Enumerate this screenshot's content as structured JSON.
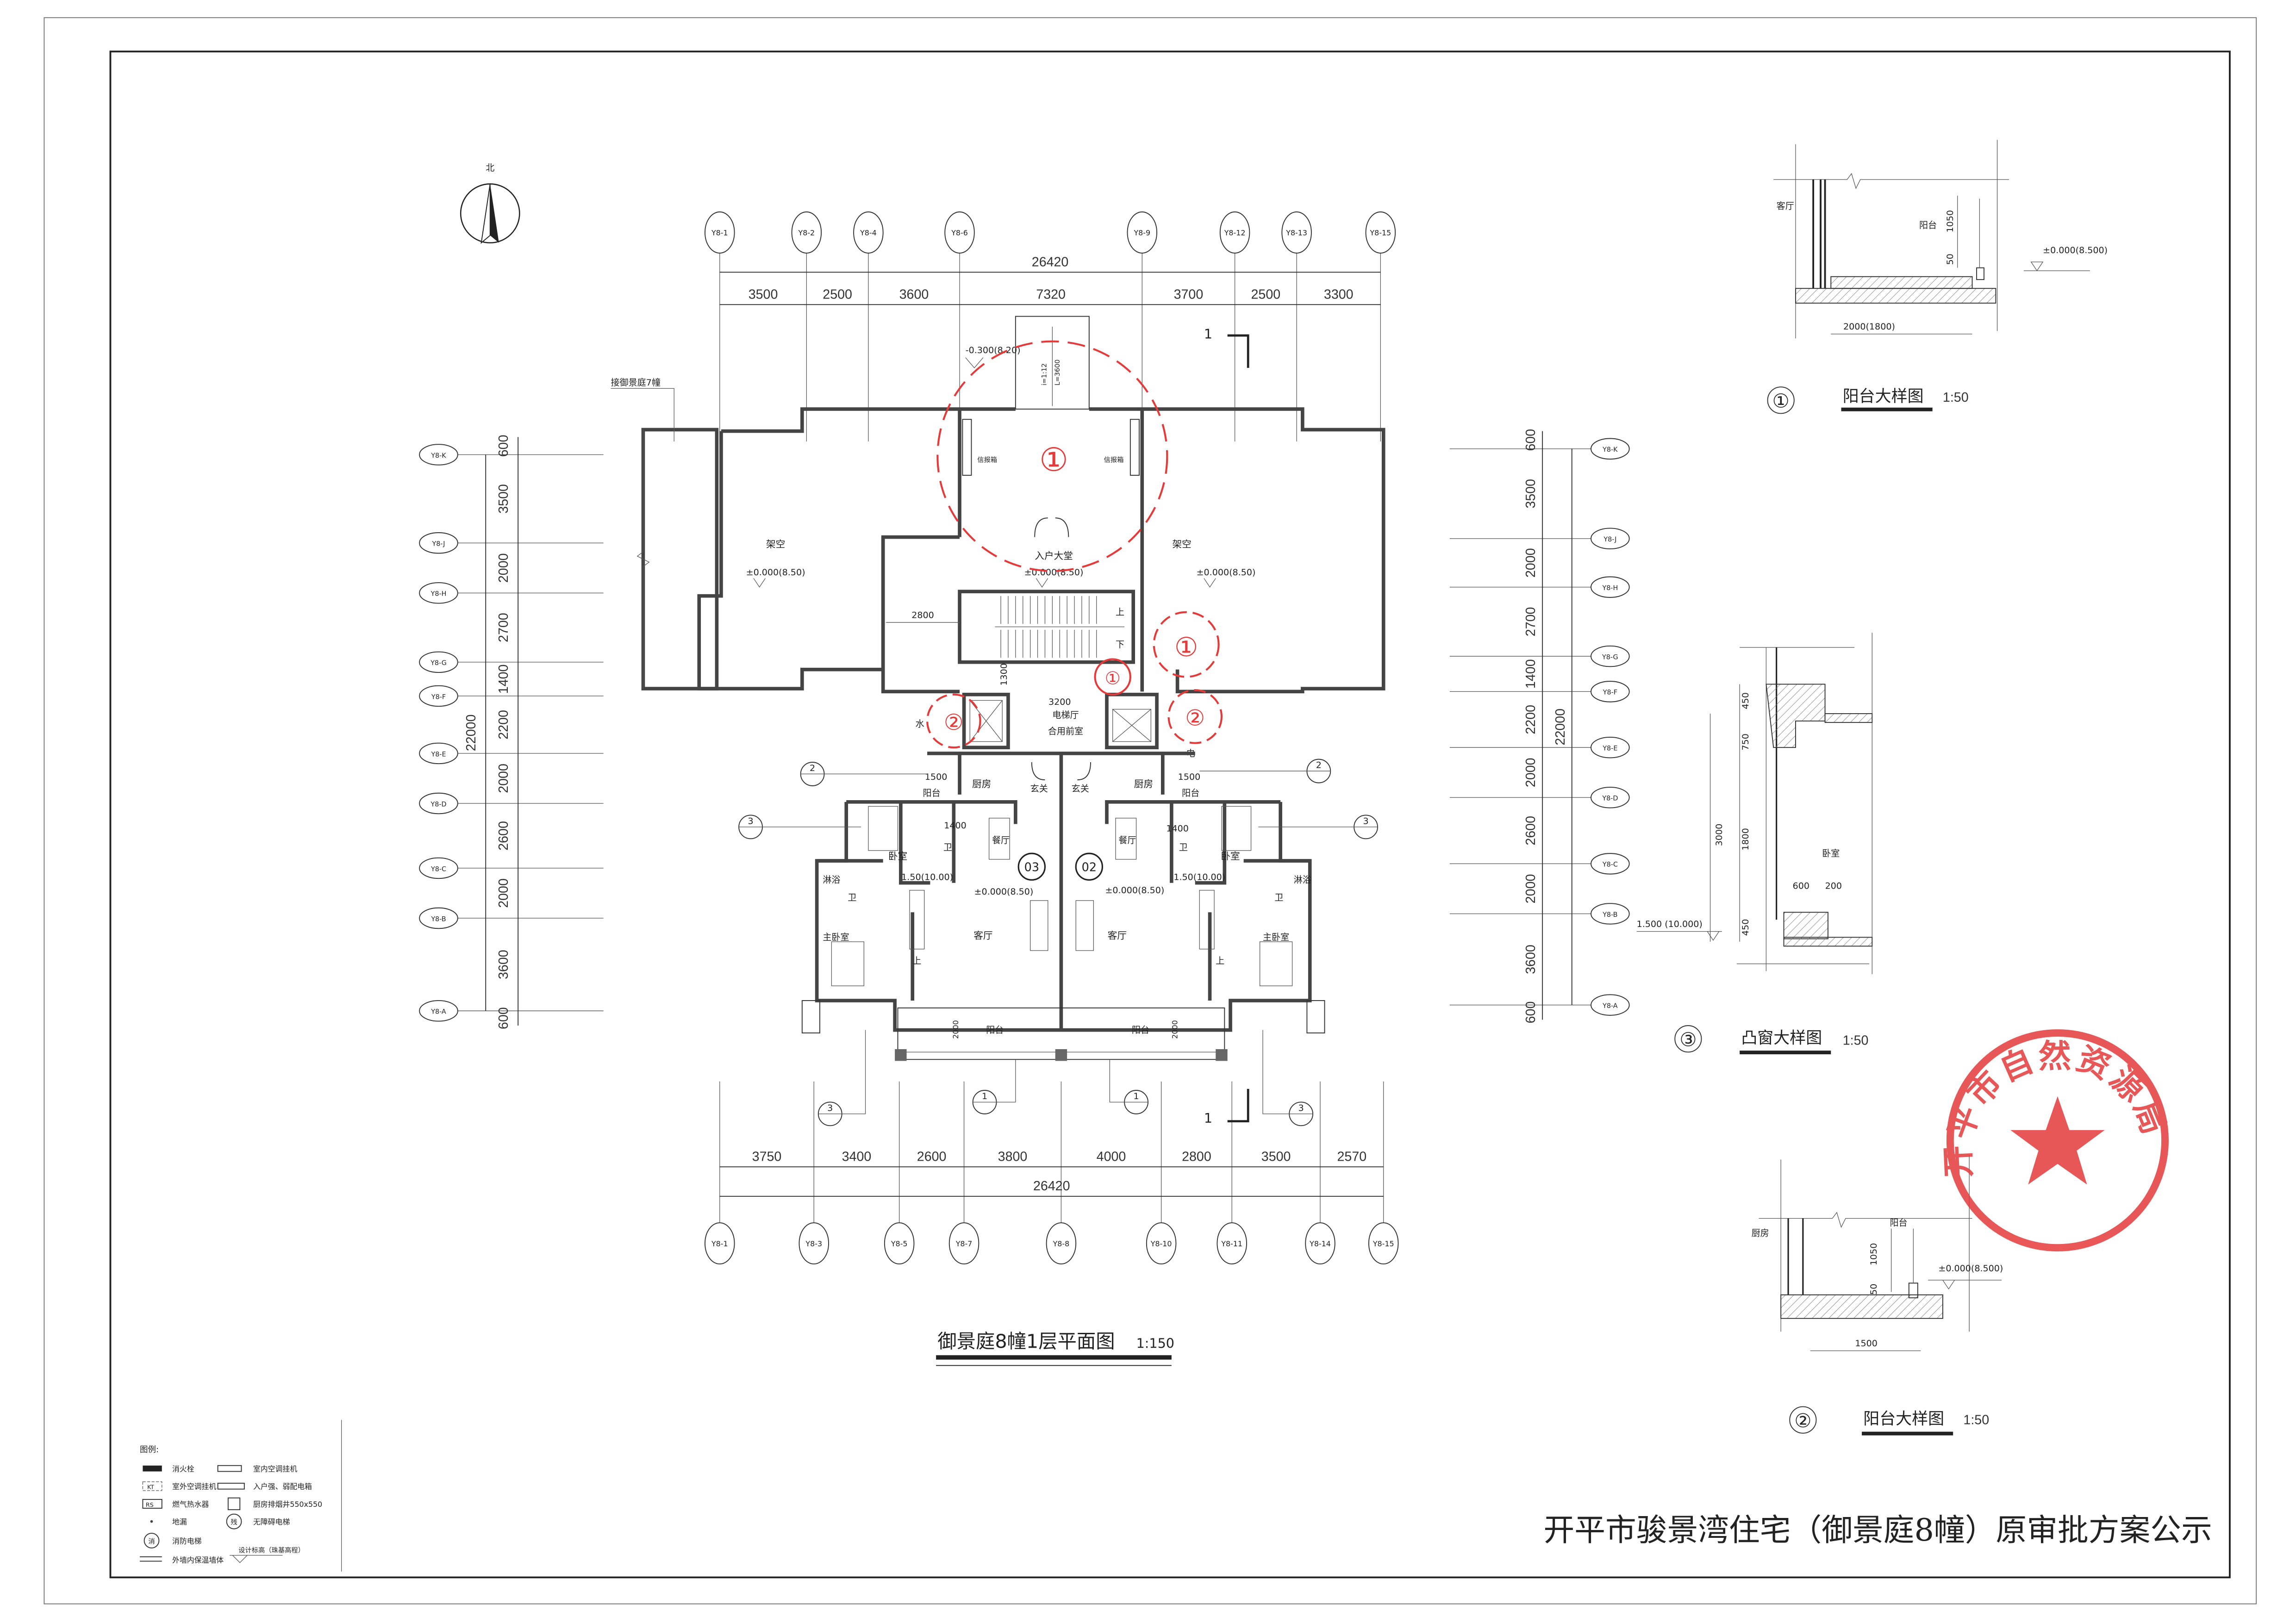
{
  "north": {
    "label": "北"
  },
  "top_axes": {
    "labels": [
      "Y8-1",
      "Y8-2",
      "Y8-4",
      "Y8-6",
      "Y8-9",
      "Y8-12",
      "Y8-13",
      "Y8-15"
    ],
    "total": "26420",
    "segments": [
      "3500",
      "2500",
      "3600",
      "7320",
      "3700",
      "2500",
      "3300"
    ]
  },
  "bottom_axes": {
    "labels": [
      "Y8-1",
      "Y8-3",
      "Y8-5",
      "Y8-7",
      "Y8-8",
      "Y8-10",
      "Y8-11",
      "Y8-14",
      "Y8-15"
    ],
    "total": "26420",
    "segments": [
      "3750",
      "3400",
      "2600",
      "3800",
      "4000",
      "2800",
      "3500",
      "2570"
    ]
  },
  "left_axes": {
    "labels": [
      "Y8-K",
      "Y8-J",
      "Y8-H",
      "Y8-G",
      "Y8-F",
      "Y8-E",
      "Y8-D",
      "Y8-C",
      "Y8-B",
      "Y8-A"
    ],
    "total": "22000",
    "segments": [
      "600",
      "3500",
      "2000",
      "2700",
      "1400",
      "2200",
      "2000",
      "2600",
      "2000",
      "3600",
      "600"
    ]
  },
  "right_axes": {
    "labels": [
      "Y8-K",
      "Y8-J",
      "Y8-H",
      "Y8-G",
      "Y8-F",
      "Y8-E",
      "Y8-D",
      "Y8-C",
      "Y8-B",
      "Y8-A"
    ],
    "total": "22000",
    "segments": [
      "600",
      "3500",
      "2000",
      "2700",
      "1400",
      "2200",
      "2000",
      "2600",
      "2000",
      "3600",
      "600"
    ]
  },
  "plan": {
    "adjacent_building": "接御景庭7幢",
    "ramp_level": "-0.300(8.20)",
    "ramp_slope": "i=1:12",
    "ramp_length": "L=3600",
    "mailbox": "信报箱",
    "lobby": "入户大堂",
    "stilt_floor": "架空",
    "level_000": "±0.000(8.50)",
    "level_150": "1.50(10.00)",
    "dim_2800": "2800",
    "dim_1300": "1300",
    "dim_3200": "3200",
    "dim_1500": "1500",
    "dim_1400": "1400",
    "dim_2000": "2000",
    "elevator_hall": "电梯厅",
    "shared_anteroom": "合用前室",
    "kitchen": "厨房",
    "entrance": "玄关",
    "dining": "餐厅",
    "bedroom": "卧室",
    "bath": "卫",
    "shower": "淋浴",
    "master_bedroom": "主卧室",
    "living": "客厅",
    "balcony": "阳台",
    "water": "水",
    "power": "电",
    "up": "上",
    "down": "下",
    "unit_left": "03",
    "unit_right": "02",
    "section_mark": "1",
    "callout_1": "1",
    "callout_2": "2",
    "callout_3": "3",
    "callout_dash": "-",
    "red_mark_1": "①",
    "red_mark_2": "②",
    "title": "御景庭8幢1层平面图",
    "scale": "1:150"
  },
  "details": {
    "d1": {
      "num": "①",
      "title": "阳台大样图",
      "scale": "1:50",
      "room": "客厅",
      "balcony": "阳台",
      "h1": "1050",
      "h2": "50",
      "level": "±0.000(8.500)",
      "width": "2000(1800)"
    },
    "d3": {
      "num": "③",
      "title": "凸窗大样图",
      "scale": "1:50",
      "room": "卧室",
      "d450a": "450",
      "d750": "750",
      "d3000": "3000",
      "d1800": "1800",
      "d450b": "450",
      "d600": "600",
      "d200": "200",
      "level": "1.500 (10.000)"
    },
    "d2": {
      "num": "②",
      "title": "阳台大样图",
      "scale": "1:50",
      "room": "厨房",
      "balcony": "阳台",
      "h1": "1050",
      "h2": "50",
      "level": "±0.000(8.500)",
      "width": "1500"
    }
  },
  "legend": {
    "heading": "图例:",
    "items": [
      "消火栓",
      "室内空调挂机",
      "室外空调挂机",
      "入户强、弱配电箱",
      "燃气热水器",
      "厨房排烟井550x550",
      "地漏",
      "无障碍电梯",
      "消防电梯",
      "设计标高（珠基高程）",
      "外墙内保温墙体"
    ],
    "symbols": {
      "kt": "KT",
      "rs": "RS",
      "fire": "消",
      "access": "残"
    }
  },
  "stamp": {
    "text": "开平市自然资源局",
    "color": "#e53a3a"
  },
  "footer_title": "开平市骏景湾住宅（御景庭8幢）原审批方案公示"
}
